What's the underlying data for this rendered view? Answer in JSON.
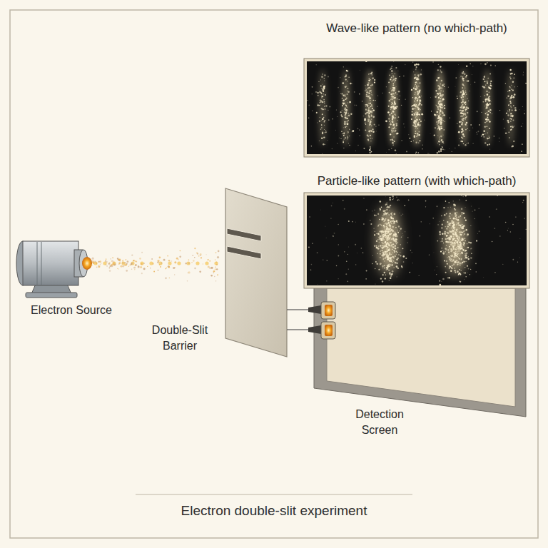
{
  "diagram": {
    "caption": "Electron double-slit experiment",
    "nodes": [
      {
        "text": [
          "Wave-like pattern (no which-path)"
        ]
      },
      {
        "text": [
          "Particle-like pattern (with which-path)"
        ]
      }
    ],
    "labels": [
      "Electron Source",
      "Double-Slit Barrier",
      "Detection Screen"
    ]
  }
}
